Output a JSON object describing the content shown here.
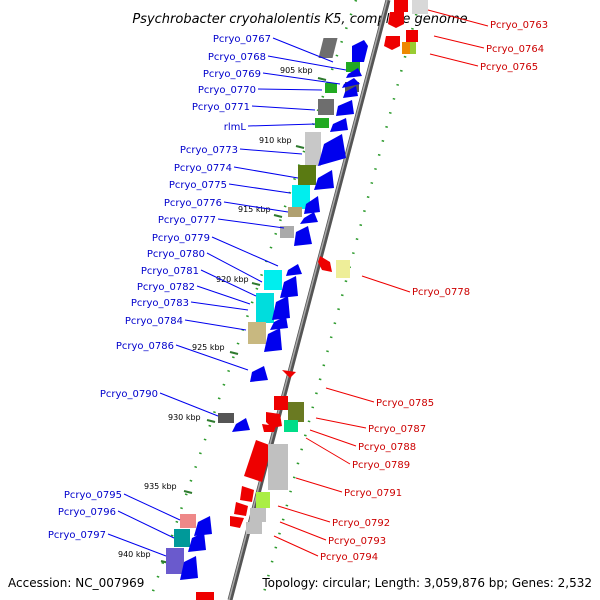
{
  "title": "Psychrobacter cryohalolentis K5, complete genome",
  "footer": {
    "accession": "Accession: NC_007969",
    "summary": "Topology: circular; Length: 3,059,876 bp; Genes: 2,532"
  },
  "colors": {
    "left_labels": "#0000cc",
    "right_labels": "#cc0000"
  },
  "ticks": [
    "905 kbp",
    "910 kbp",
    "915 kbp",
    "920 kbp",
    "925 kbp",
    "930 kbp",
    "935 kbp",
    "940 kbp"
  ],
  "left_labels": [
    "Pcryo_0767",
    "Pcryo_0768",
    "Pcryo_0769",
    "Pcryo_0770",
    "Pcryo_0771",
    "rlmL",
    "Pcryo_0773",
    "Pcryo_0774",
    "Pcryo_0775",
    "Pcryo_0776",
    "Pcryo_0777",
    "Pcryo_0779",
    "Pcryo_0780",
    "Pcryo_0781",
    "Pcryo_0782",
    "Pcryo_0783",
    "Pcryo_0784",
    "Pcryo_0786",
    "Pcryo_0790",
    "Pcryo_0795",
    "Pcryo_0796",
    "Pcryo_0797"
  ],
  "right_labels": [
    "Pcryo_0763",
    "Pcryo_0764",
    "Pcryo_0765",
    "Pcryo_0778",
    "Pcryo_0785",
    "Pcryo_0787",
    "Pcryo_0788",
    "Pcryo_0789",
    "Pcryo_0791",
    "Pcryo_0792",
    "Pcryo_0793",
    "Pcryo_0794"
  ]
}
